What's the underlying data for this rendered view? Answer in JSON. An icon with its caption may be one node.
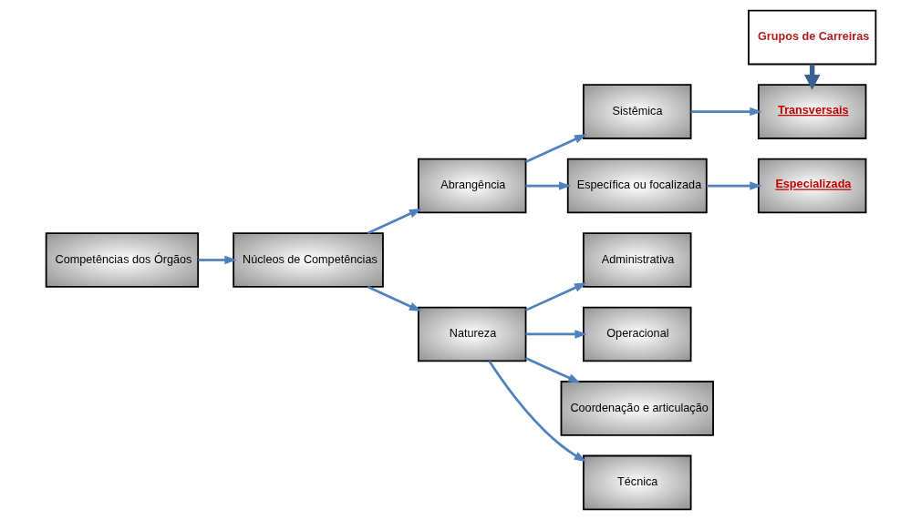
{
  "diagram": {
    "nodes": [
      {
        "text": [
          "Competências dos Órgãos"
        ]
      },
      {
        "text": [
          "Núcleos de Competências"
        ]
      },
      {
        "text": [
          "Abrangência"
        ]
      },
      {
        "text": [
          "Natureza"
        ]
      },
      {
        "text": [
          "Sistêmica"
        ]
      },
      {
        "text": [
          "Específica ou focalizada"
        ]
      },
      {
        "text": [
          "Grupos de Carreiras"
        ]
      },
      {
        "text": [
          "Transversais"
        ]
      },
      {
        "text": [
          "Especializada"
        ]
      },
      {
        "text": [
          "Coordenação e articulação"
        ]
      },
      {
        "text": [
          "Técnica"
        ]
      },
      {
        "text": [
          "Administrativa"
        ]
      },
      {
        "text": [
          "Operacional"
        ]
      }
    ],
    "edges": [
      {
        "from": 0,
        "to": 1,
        "arrow": "to"
      },
      {
        "from": 1,
        "to": 2,
        "arrow": "to"
      },
      {
        "from": 1,
        "to": 3,
        "arrow": "to"
      },
      {
        "from": 2,
        "to": 4,
        "arrow": "to"
      },
      {
        "from": 2,
        "to": 5,
        "arrow": "to"
      },
      {
        "from": 4,
        "to": 7,
        "arrow": "to"
      },
      {
        "from": 5,
        "to": 8,
        "arrow": "to"
      },
      {
        "from": 6,
        "to": 7,
        "arrow": "to",
        "style": "thick",
        "color": "#3a6190"
      },
      {
        "from": 3,
        "to": 9,
        "arrow": "to"
      },
      {
        "from": 3,
        "to": 10,
        "arrow": "to"
      },
      {
        "from": 3,
        "to": 11,
        "arrow": "to"
      },
      {
        "from": 3,
        "to": 12,
        "arrow": "to"
      }
    ]
  }
}
